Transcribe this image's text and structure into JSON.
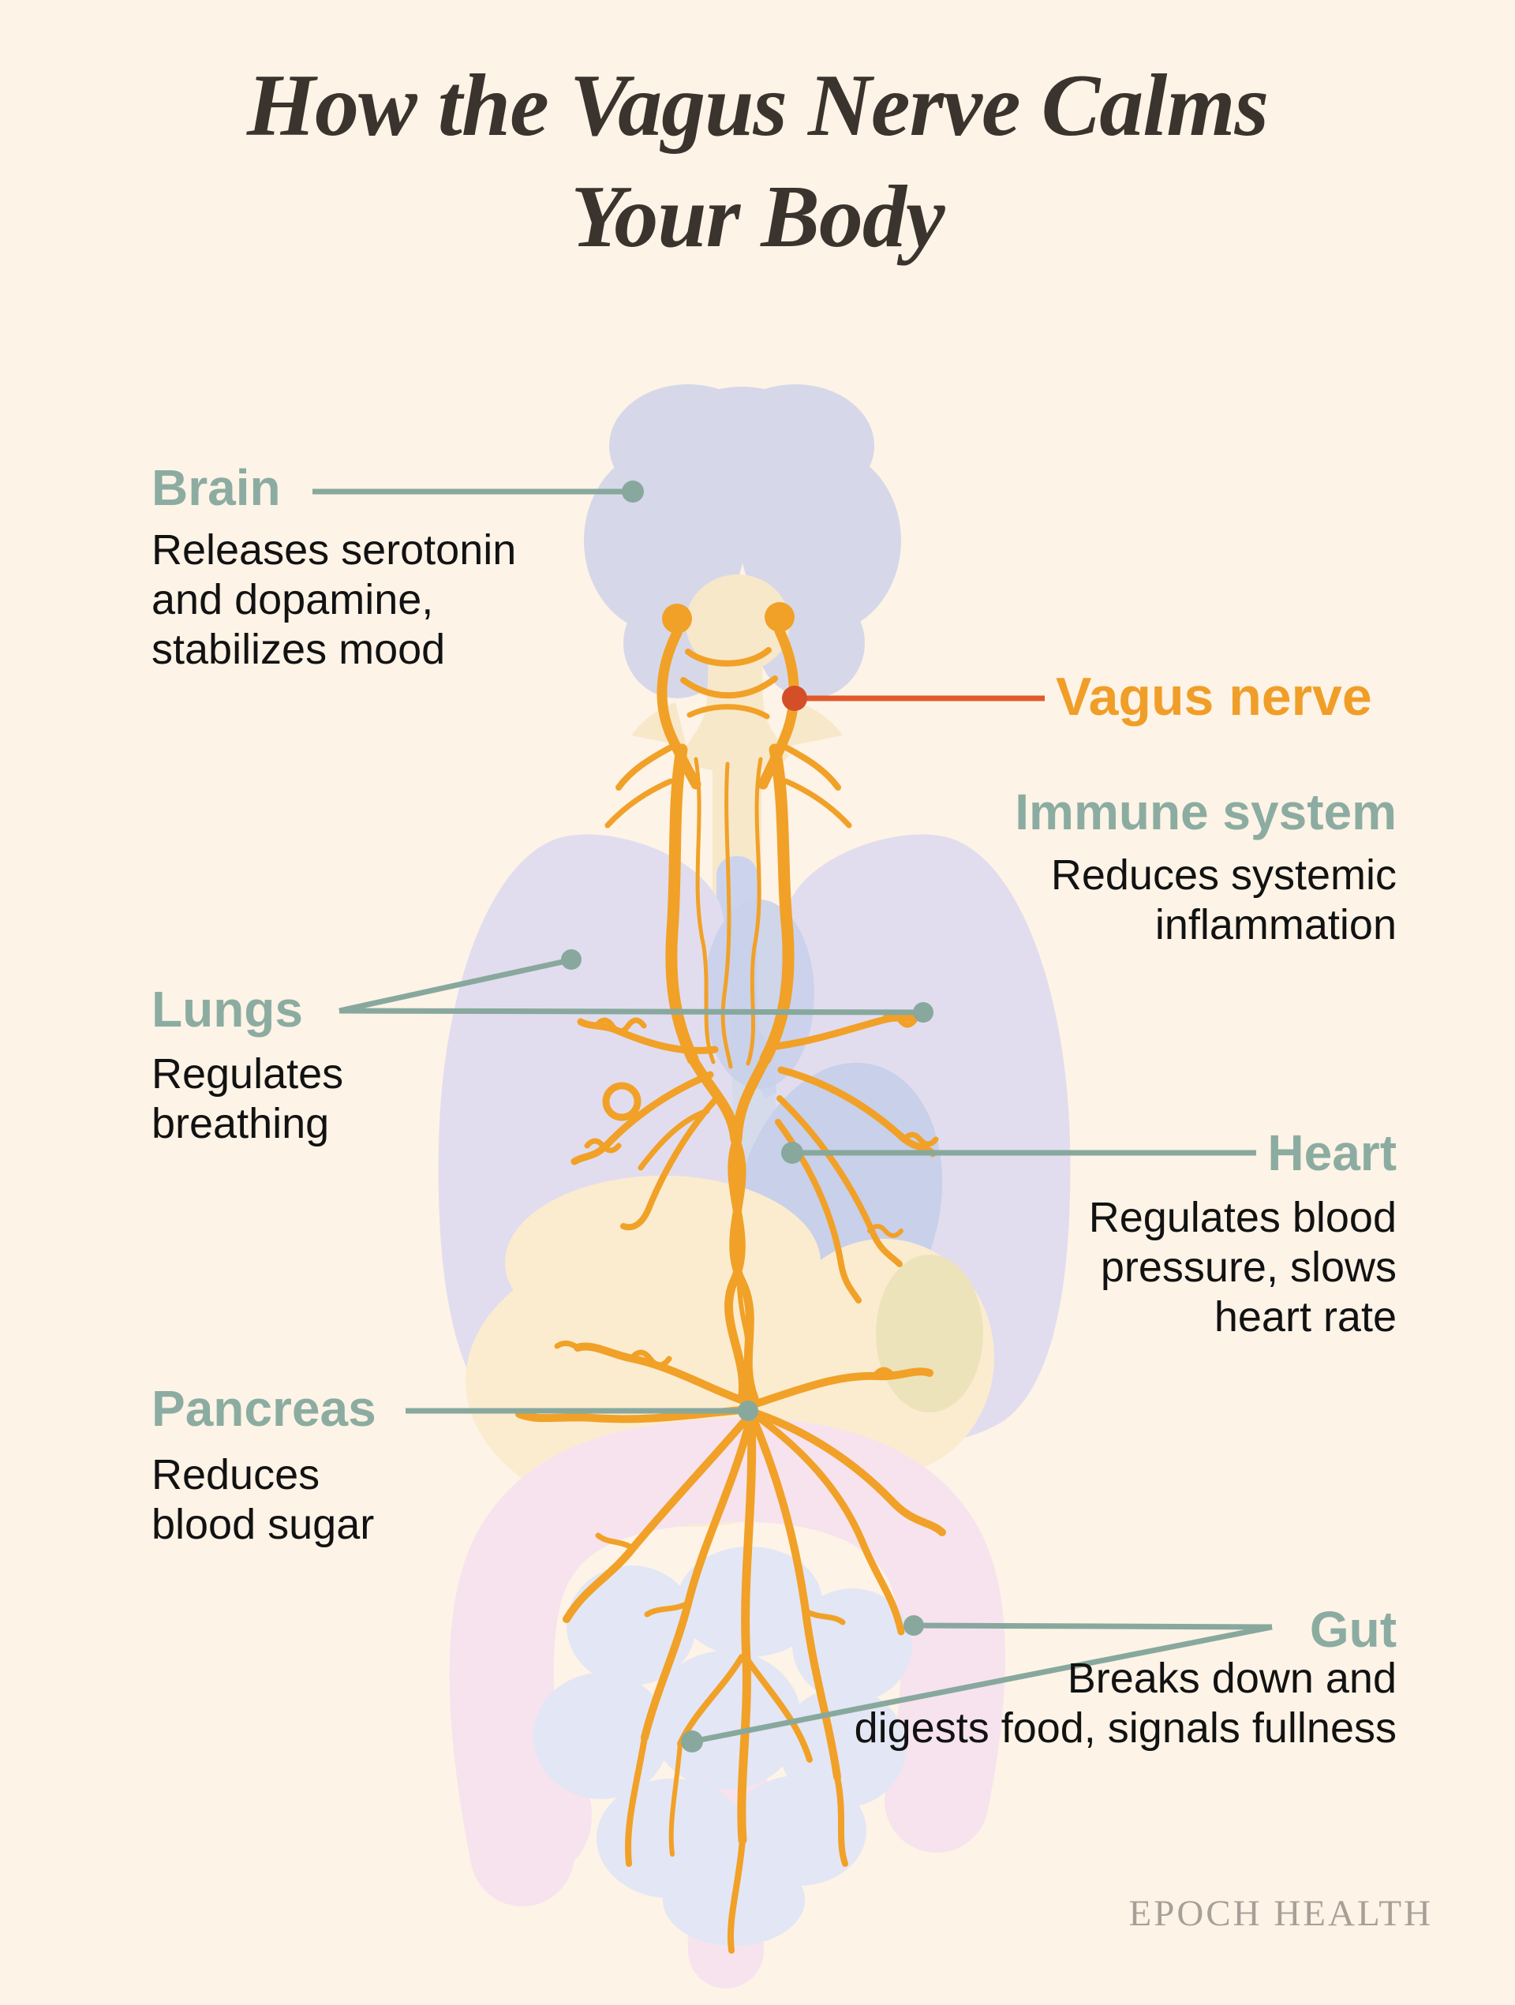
{
  "title": {
    "line1": "How the Vagus Nerve Calms",
    "line2": "Your Body"
  },
  "annotations": {
    "brain": {
      "heading": "Brain",
      "description": "Releases serotonin\nand dopamine,\nstabilizes mood"
    },
    "vagus_nerve": {
      "heading": "Vagus nerve"
    },
    "immune_system": {
      "heading": "Immune system",
      "description": "Reduces systemic\ninflammation"
    },
    "lungs": {
      "heading": "Lungs",
      "description": "Regulates\nbreathing"
    },
    "heart": {
      "heading": "Heart",
      "description": "Regulates blood\npressure, slows\nheart rate"
    },
    "pancreas": {
      "heading": "Pancreas",
      "description": "Reduces\nblood sugar"
    },
    "gut": {
      "heading": "Gut",
      "description": "Breaks down and\ndigests food, signals fullness"
    }
  },
  "footer": {
    "brand": "EPOCH HEALTH"
  },
  "colors": {
    "background": "#fdf3e7",
    "title_text": "#3b342e",
    "body_text": "#121212",
    "label_green": "#8caca1",
    "leader_line_green": "#88a89d",
    "nerve_orange": "#f1a127",
    "vagus_label_orange": "#f09e28",
    "vagus_leader_red": "#e0592d",
    "vagus_dot_red": "#d44f28",
    "footer_text": "#a89f97",
    "brain_fill": "#d6d8e9",
    "lung_fill": "#e1ddee",
    "heart_fill": "#c8d0ea",
    "organ_cream": "#fbeccf",
    "brainstem_cream": "#f8e8ca",
    "intestine_pink": "#f6e3ee",
    "small_intestine_fill": "#e3e6f4",
    "olive_accent": "#ece3bb",
    "trachea_fill": "#ccd4ed"
  }
}
